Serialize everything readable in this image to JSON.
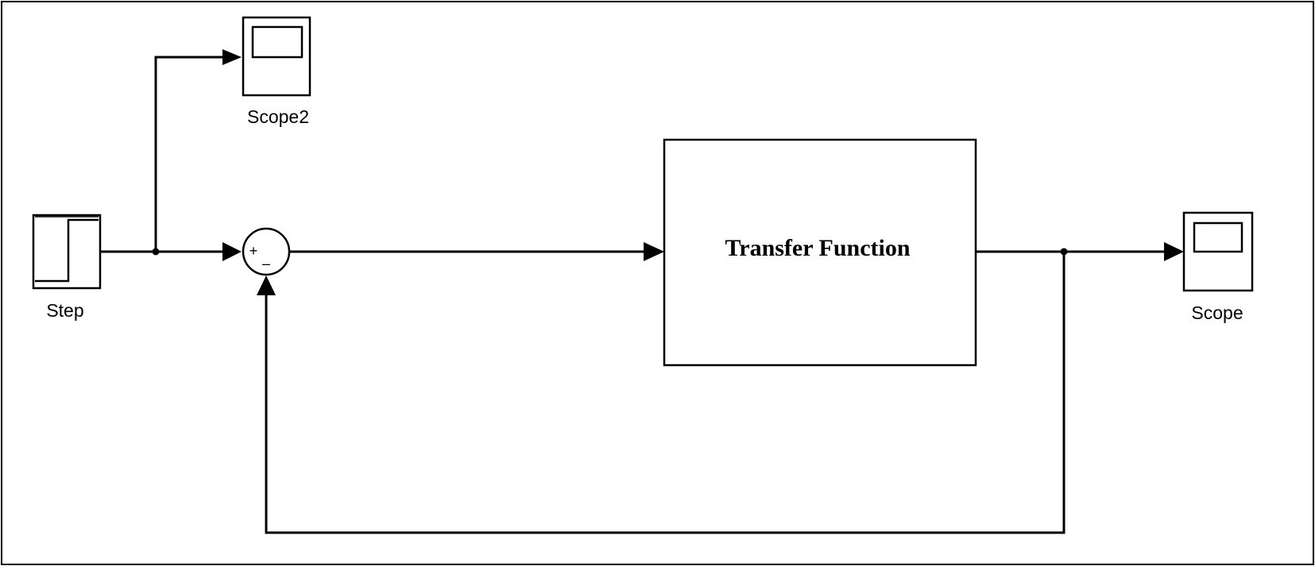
{
  "diagram": {
    "blocks": {
      "step": {
        "label": "Step"
      },
      "scope2": {
        "label": "Scope2"
      },
      "sum": {
        "plus_sign": "+",
        "minus_sign": "–"
      },
      "transfer_function": {
        "label": "Transfer Function"
      },
      "scope": {
        "label": "Scope"
      }
    },
    "connections": [
      {
        "from": "step",
        "to": "scope2"
      },
      {
        "from": "step",
        "to": "sum",
        "port": "+"
      },
      {
        "from": "sum",
        "to": "transfer_function"
      },
      {
        "from": "transfer_function",
        "to": "scope"
      },
      {
        "from": "transfer_function",
        "to": "sum",
        "port": "-"
      }
    ]
  }
}
